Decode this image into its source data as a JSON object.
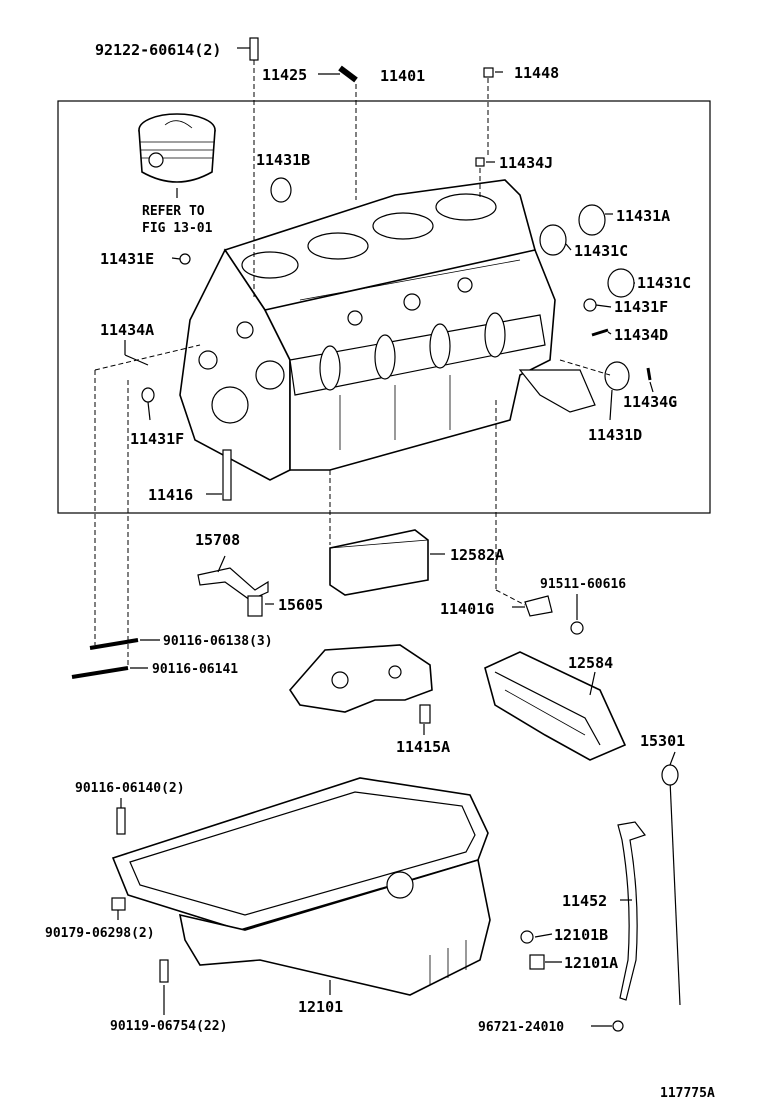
{
  "labels": {
    "l92122": "92122-60614(2)",
    "l11425": "11425",
    "l11401": "11401",
    "l11448": "11448",
    "l11431B": "11431B",
    "l11434J": "11434J",
    "refer1": "REFER TO",
    "refer2": "FIG 13-01",
    "l11431A": "11431A",
    "l11431E": "11431E",
    "l11431C_1": "11431C",
    "l11431C_2": "11431C",
    "l11431F_r": "11431F",
    "l11434A": "11434A",
    "l11434D": "11434D",
    "l11434G": "11434G",
    "l11431F_l": "11431F",
    "l11431D": "11431D",
    "l11416": "11416",
    "l15708": "15708",
    "l12582A": "12582A",
    "l15605": "15605",
    "l91511": "91511-60616",
    "l11401G": "11401G",
    "l90116_138": "90116-06138(3)",
    "l90116_141": "90116-06141",
    "l12584": "12584",
    "l11415A": "11415A",
    "l15301": "15301",
    "l90116_140": "90116-06140(2)",
    "l11452": "11452",
    "l90179": "90179-06298(2)",
    "l12101B": "12101B",
    "l12101A": "12101A",
    "l12101": "12101",
    "l90119": "90119-06754(22)",
    "l96721": "96721-24010",
    "fig_id": "117775A"
  }
}
